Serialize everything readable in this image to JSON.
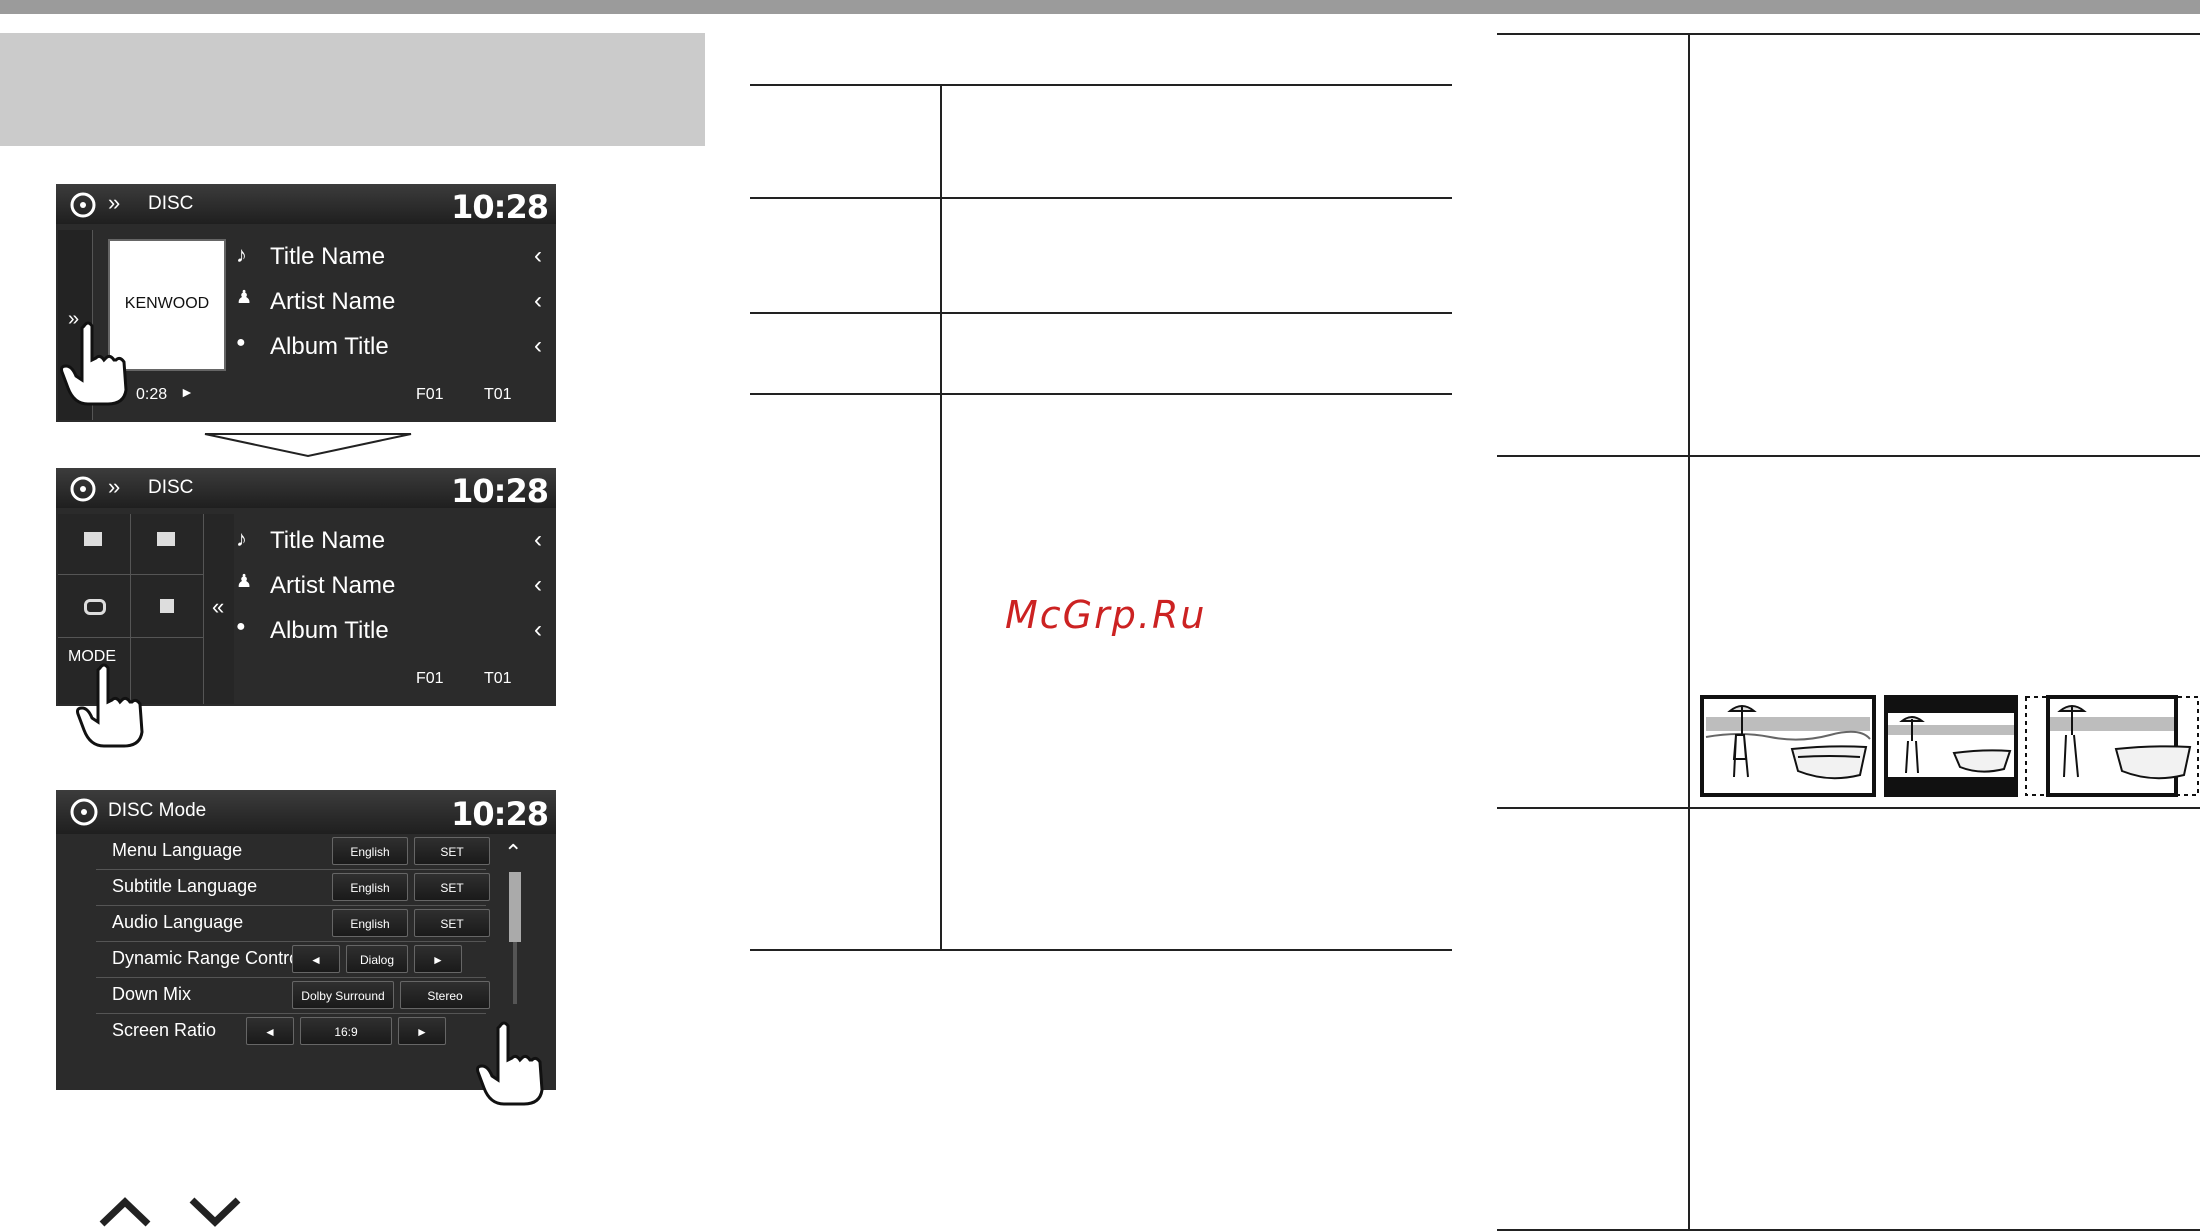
{
  "screen1": {
    "source": "DISC",
    "clock": "10:28",
    "art_logo": "KENWOOD",
    "tracks": [
      {
        "icon": "music-note-icon",
        "glyph": "♪",
        "label": "Title Name"
      },
      {
        "icon": "person-icon",
        "glyph": "♟",
        "label": "Artist Name"
      },
      {
        "icon": "disc-icon",
        "glyph": "●",
        "label": "Album Title"
      }
    ],
    "time": "0:28",
    "folder": "F01",
    "track_no": "T01"
  },
  "screen2": {
    "source": "DISC",
    "clock": "10:28",
    "mode_label": "MODE",
    "tracks": [
      {
        "label": "Title Name"
      },
      {
        "label": "Artist Name"
      },
      {
        "label": "Album Title"
      }
    ],
    "folder": "F01",
    "track_no": "T01"
  },
  "screen3": {
    "title": "DISC Mode",
    "clock": "10:28",
    "rows": [
      {
        "label": "Menu Language",
        "value": "English",
        "action": "SET"
      },
      {
        "label": "Subtitle Language",
        "value": "English",
        "action": "SET"
      },
      {
        "label": "Audio Language",
        "value": "English",
        "action": "SET"
      },
      {
        "label": "Dynamic Range Control",
        "value": "Dialog"
      },
      {
        "label": "Down Mix",
        "option1": "Dolby Surround",
        "option2": "Stereo"
      },
      {
        "label": "Screen Ratio",
        "value": "16:9"
      }
    ]
  },
  "watermark": "McGrp.Ru"
}
